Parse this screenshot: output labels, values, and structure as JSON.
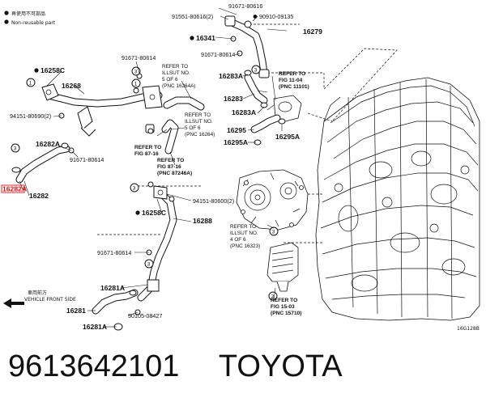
{
  "legend": {
    "non_reusable_jp": "再使用不可部品",
    "non_reusable_en": "Non-reusable part"
  },
  "labels": {
    "p91671_80616": "91671-80616",
    "p91551_80616": "91551-80616(2)",
    "p90910_09135": "90910-09135",
    "p16279": "16279",
    "p16341": "16341",
    "p91671_80614_a": "91671-80614",
    "p91671_80614_b": "91671-80614",
    "p91671_80614_c": "91671-80614",
    "p91671_80614_d": "91671-80614",
    "p16258c_a": "16258C",
    "p16258c_b": "16258C",
    "p16268": "16268",
    "p94151_80690": "94151-80690(2)",
    "p94151_80600": "94151-80600(2)",
    "p16282a": "16282A",
    "p16282a_hl": "16282A",
    "p16282": "16282",
    "p16283a_a": "16283A",
    "p16283a_b": "16283A",
    "p16283": "16283",
    "p16295": "16295",
    "p16295a_a": "16295A",
    "p16295a_b": "16295A",
    "p16288": "16288",
    "p16281a_a": "16281A",
    "p16281a_b": "16281A",
    "p16281": "16281",
    "p90105_08427": "90105-08427",
    "n3a": "3",
    "n3b": "3",
    "n1a": "1",
    "n1b": "1",
    "n3c": "3",
    "n3d": "3",
    "n3e": "3",
    "n3f": "3",
    "n3g": "3",
    "diagram_code": "16G128B"
  },
  "refs": {
    "r1": [
      "REFER TO",
      "ILLSUT NO.",
      "5 OF 6",
      "(PNC 16264A)"
    ],
    "r2": [
      "REFER TO",
      "ILLSUT NO.",
      "5 OF 6",
      "(PNC 16264)"
    ],
    "r3": [
      "REFER TO",
      "FIG 87-16"
    ],
    "r4": [
      "REFER TO",
      "FIG 87-16",
      "(PNC 87246A)"
    ],
    "r5": [
      "REFER TO",
      "FIG 11-04",
      "(PNC 11101)"
    ],
    "r6": [
      "REFER TO",
      "ILLSUT NO.",
      "4 OF 6",
      "(PNC 16323)"
    ],
    "r7": [
      "REFER TO",
      "FIG 15-03",
      "(PNC 15710)"
    ]
  },
  "vehicle_front": {
    "jp": "車両前方",
    "en": "VEHICLE FRONT SIDE"
  },
  "caption": {
    "part_number": "9613642101",
    "brand": "TOYOTA"
  }
}
